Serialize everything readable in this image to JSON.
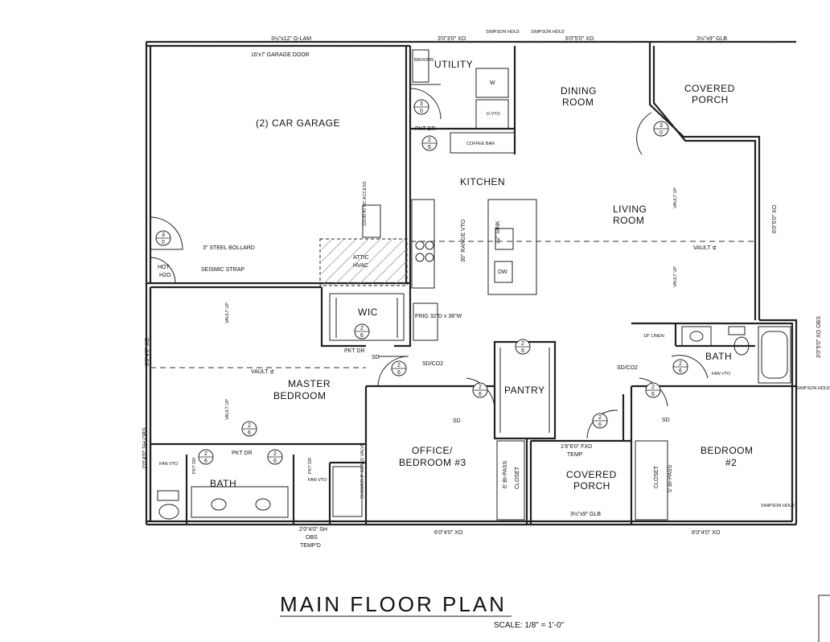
{
  "title": "MAIN FLOOR PLAN",
  "scale": "SCALE: 1/8\" = 1'-0\"",
  "rooms": {
    "garage": "(2) CAR GARAGE",
    "utility": "UTILITY",
    "dining_1": "DINING",
    "dining_2": "ROOM",
    "porch_top_1": "COVERED",
    "porch_top_2": "PORCH",
    "kitchen": "KITCHEN",
    "living_1": "LIVING",
    "living_2": "ROOM",
    "master_1": "MASTER",
    "master_2": "BEDROOM",
    "wic": "WIC",
    "pantry": "PANTRY",
    "office_1": "OFFICE/",
    "office_2": "BEDROOM #3",
    "porch_bot_1": "COVERED",
    "porch_bot_2": "PORCH",
    "bedroom2_1": "BEDROOM",
    "bedroom2_2": "#2",
    "bath_master": "BATH",
    "bath_hall": "BATH"
  },
  "notes": {
    "glam": "3½\"x12\" G-LAM",
    "garage_door": "16'x7' GARAGE DOOR",
    "top_xo1": "3'0\"3'0\" XO",
    "simpson1": "SIMPSON HDU2",
    "simpson2": "SIMPSON HDU2",
    "top_xo2": "6'0\"5'0\" XO",
    "glb_top": "3½\"x9\" GLB",
    "brooms": "BROOMS",
    "coffee_bar": "COFFEE BAR",
    "pkt_dr_1": "PKT DR",
    "pkt_dr_2": "PKT DR",
    "pkt_dr_3": "PKT DR",
    "pkt_dr_4": "PKT DR",
    "pkt_dr_5": "PKT DR",
    "attic_access": "22x30 ATTIC ACCESS",
    "attic_hvac_1": "ATTIC",
    "attic_hvac_2": "HVAC",
    "bollard": "3\" STEEL BOLLARD",
    "seismic": "SEISMIC STRAP",
    "hot_h2o_1": "HOT",
    "hot_h2o_2": "H2O",
    "range": "30\" RANGE VTO",
    "sink": "32\" SINK",
    "dw": "DW",
    "frig": "FRIG 32\"D x 36\"W",
    "vault_1": "VAULT UP",
    "vault_2": "VAULT UP",
    "vault_3": "VAULT UP",
    "vault_4": "VAULT UP",
    "vault_label_1": "VAULT ⊄",
    "vault_label_2": "VAULT ⊄",
    "right_xo": "6'0\"5'0\" XO",
    "left_xo": "6'0\"4'0\" XO",
    "linen": "18\" LINEN",
    "sd_co2_1": "SD/CO2",
    "sd_co2_2": "SD/CO2",
    "sd_1": "SD",
    "sd_2": "SD",
    "sd_3": "SD",
    "fan_vto_1": "FAN VTO",
    "fan_vto_2": "FAN VTO",
    "fan_vto_3": "FAN VTO",
    "obs_right": "3'0\"5'0\" XO OBS",
    "simpson3": "SIMPSON HDU2",
    "simpson4": "SIMPSON HDU2",
    "sh_left": "2'0\"4'0\" SH OBS",
    "sh_bottom_1": "2'0\"4'0\" SH",
    "sh_bottom_2": "OBS",
    "sh_bottom_3": "TEMP'D",
    "shower": "SHOWER 8\" SCALD VALVE",
    "fxd": "1'6\"6'0\" FXD",
    "temp": "TEMP",
    "bipass_1": "6' BI-PASS",
    "closet_1": "CLOSET",
    "bipass_2": "5' BI-PASS",
    "closet_2": "CLOSET",
    "glb_bottom": "3½\"x9\" GLB",
    "bot_xo1": "6'0\"4'0\" XO",
    "bot_xo2": "6'0\"4'0\" XO",
    "w": "W",
    "d_vto": "D VTO"
  },
  "door_marks": {
    "top": "2",
    "bottom": "6",
    "garage_top": "3",
    "garage_bottom": "0"
  }
}
